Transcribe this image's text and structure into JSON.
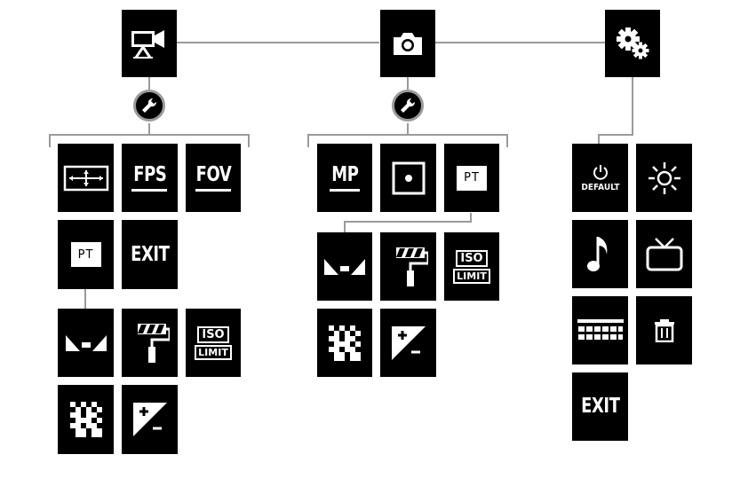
{
  "modes": {
    "video": {
      "mode_icon": "video-camera-icon",
      "settings_icon": "wrench-icon",
      "items": [
        {
          "icon": "resolution-icon"
        },
        {
          "label": "FPS"
        },
        {
          "label": "FOV"
        },
        {
          "label": "PT",
          "icon": "protune-icon"
        },
        {
          "label": "EXIT"
        }
      ],
      "protune_items": [
        {
          "icon": "white-balance-icon"
        },
        {
          "icon": "color-paint-roller-icon"
        },
        {
          "label_top": "ISO",
          "label_bottom": "LIMIT"
        },
        {
          "icon": "sharpness-icon"
        },
        {
          "icon": "exposure-compensation-icon"
        }
      ]
    },
    "photo": {
      "mode_icon": "photo-camera-icon",
      "settings_icon": "wrench-icon",
      "items": [
        {
          "label": "MP"
        },
        {
          "icon": "spot-meter-icon"
        },
        {
          "label": "PT",
          "icon": "protune-icon"
        }
      ],
      "protune_items": [
        {
          "icon": "white-balance-icon"
        },
        {
          "icon": "color-paint-roller-icon"
        },
        {
          "label_top": "ISO",
          "label_bottom": "LIMIT"
        },
        {
          "icon": "sharpness-icon"
        },
        {
          "icon": "exposure-compensation-icon"
        }
      ]
    },
    "setup": {
      "mode_icon": "gears-icon",
      "items": [
        {
          "label": "DEFAULT",
          "icon": "power-icon"
        },
        {
          "icon": "brightness-icon"
        },
        {
          "icon": "music-note-icon"
        },
        {
          "icon": "tv-icon"
        },
        {
          "icon": "keyboard-icon"
        },
        {
          "icon": "trash-icon"
        },
        {
          "label": "EXIT"
        }
      ]
    }
  }
}
